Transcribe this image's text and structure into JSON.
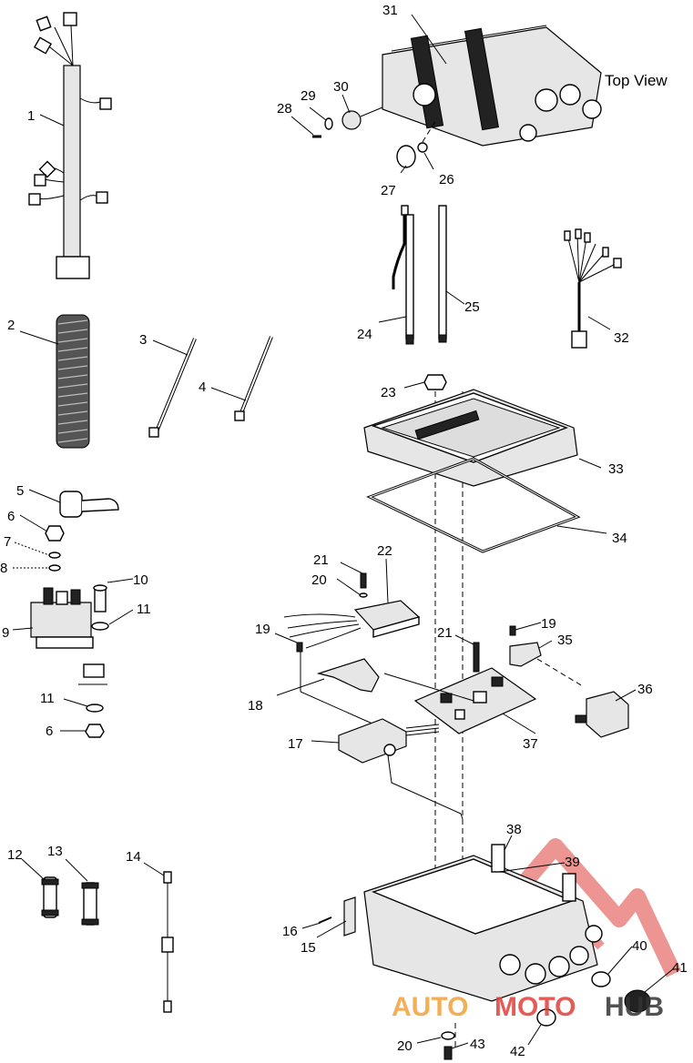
{
  "title": "Top View",
  "labels": {
    "p1": "1",
    "p2": "2",
    "p3": "3",
    "p4": "4",
    "p5": "5",
    "p6a": "6",
    "p6b": "6",
    "p7": "7",
    "p8": "8",
    "p9": "9",
    "p10": "10",
    "p11a": "11",
    "p11b": "11",
    "p12": "12",
    "p13": "13",
    "p14": "14",
    "p15": "15",
    "p16": "16",
    "p17": "17",
    "p18": "18",
    "p19a": "19",
    "p19b": "19",
    "p20a": "20",
    "p20b": "20",
    "p21a": "21",
    "p21b": "21",
    "p22": "22",
    "p23": "23",
    "p24": "24",
    "p25": "25",
    "p26": "26",
    "p27": "27",
    "p28": "28",
    "p29": "29",
    "p30": "30",
    "p31": "31",
    "p32": "32",
    "p33": "33",
    "p34": "34",
    "p35": "35",
    "p36": "36",
    "p37": "37",
    "p38": "38",
    "p39": "39",
    "p40": "40",
    "p41": "41",
    "p42": "42",
    "p43": "43"
  },
  "watermark": {
    "text": "AUTOMOTOHUB",
    "color_orange": "#f2a23a",
    "color_red": "#e0403a",
    "color_dark": "#333333"
  }
}
